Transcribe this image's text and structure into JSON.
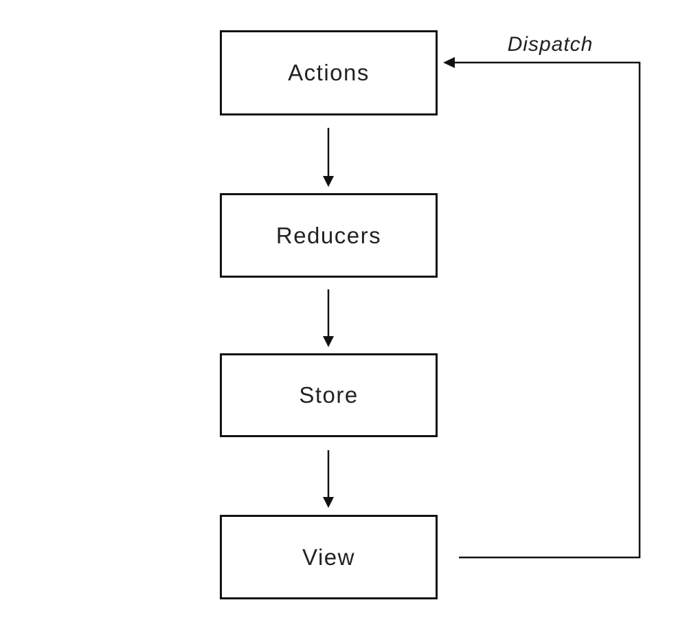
{
  "diagram": {
    "type": "flowchart",
    "nodes": [
      {
        "id": "actions",
        "label": "Actions"
      },
      {
        "id": "reducers",
        "label": "Reducers"
      },
      {
        "id": "store",
        "label": "Store"
      },
      {
        "id": "view",
        "label": "View"
      }
    ],
    "edges": [
      {
        "from": "actions",
        "to": "reducers",
        "label": ""
      },
      {
        "from": "reducers",
        "to": "store",
        "label": ""
      },
      {
        "from": "store",
        "to": "view",
        "label": ""
      },
      {
        "from": "view",
        "to": "actions",
        "label": "Dispatch"
      }
    ],
    "colors": {
      "stroke": "#111111",
      "text": "#222222",
      "background": "#ffffff"
    }
  }
}
